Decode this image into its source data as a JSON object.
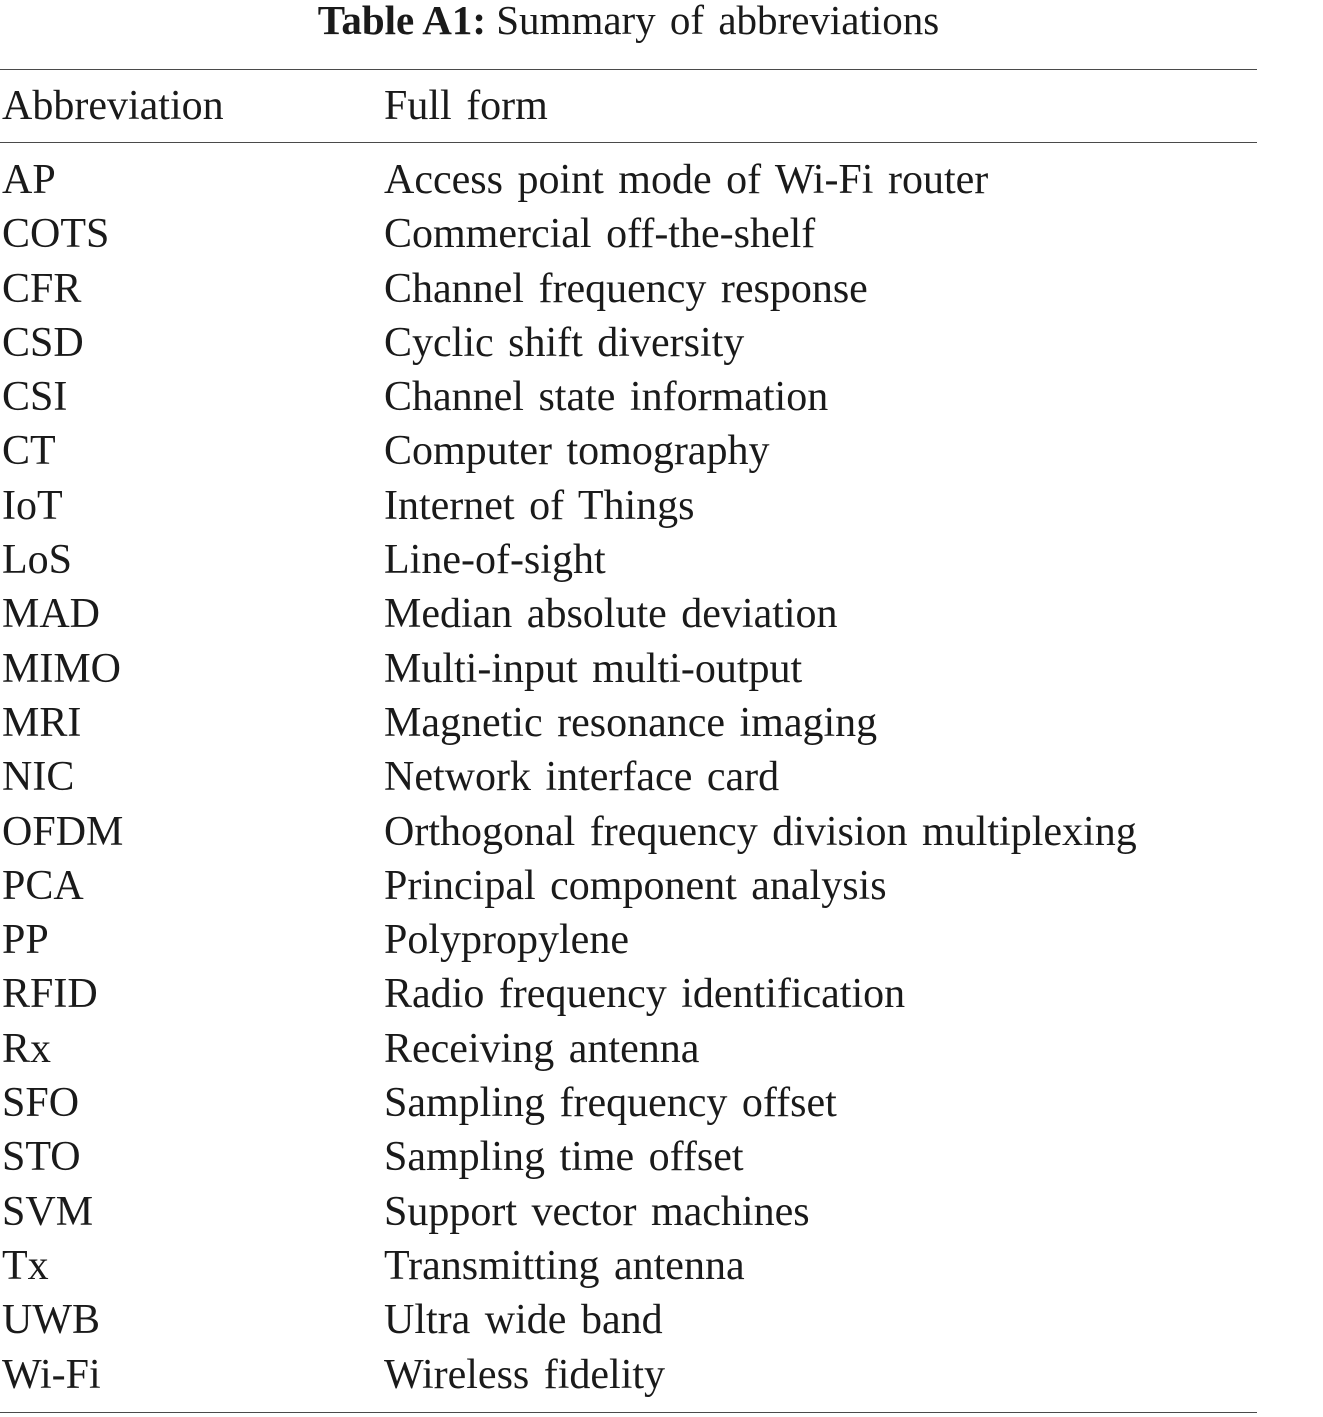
{
  "caption": {
    "label": "Table A1:",
    "text": "Summary of abbreviations"
  },
  "table": {
    "headers": {
      "abbreviation": "Abbreviation",
      "full_form": "Full form"
    },
    "rows": [
      {
        "abbr": "AP",
        "full": "Access point mode of Wi-Fi router"
      },
      {
        "abbr": "COTS",
        "full": "Commercial off-the-shelf"
      },
      {
        "abbr": "CFR",
        "full": "Channel frequency response"
      },
      {
        "abbr": "CSD",
        "full": "Cyclic shift diversity"
      },
      {
        "abbr": "CSI",
        "full": "Channel state information"
      },
      {
        "abbr": "CT",
        "full": "Computer tomography"
      },
      {
        "abbr": "IoT",
        "full": "Internet of Things"
      },
      {
        "abbr": "LoS",
        "full": "Line-of-sight"
      },
      {
        "abbr": "MAD",
        "full": "Median absolute deviation"
      },
      {
        "abbr": "MIMO",
        "full": "Multi-input multi-output"
      },
      {
        "abbr": "MRI",
        "full": "Magnetic resonance imaging"
      },
      {
        "abbr": "NIC",
        "full": "Network interface card"
      },
      {
        "abbr": "OFDM",
        "full": "Orthogonal frequency division multiplexing"
      },
      {
        "abbr": "PCA",
        "full": "Principal component analysis"
      },
      {
        "abbr": "PP",
        "full": "Polypropylene"
      },
      {
        "abbr": "RFID",
        "full": "Radio frequency identification"
      },
      {
        "abbr": "Rx",
        "full": "Receiving antenna"
      },
      {
        "abbr": "SFO",
        "full": "Sampling frequency offset"
      },
      {
        "abbr": "STO",
        "full": "Sampling time offset"
      },
      {
        "abbr": "SVM",
        "full": "Support vector machines"
      },
      {
        "abbr": "Tx",
        "full": "Transmitting antenna"
      },
      {
        "abbr": "UWB",
        "full": "Ultra wide band"
      },
      {
        "abbr": "Wi-Fi",
        "full": "Wireless fidelity"
      }
    ]
  }
}
